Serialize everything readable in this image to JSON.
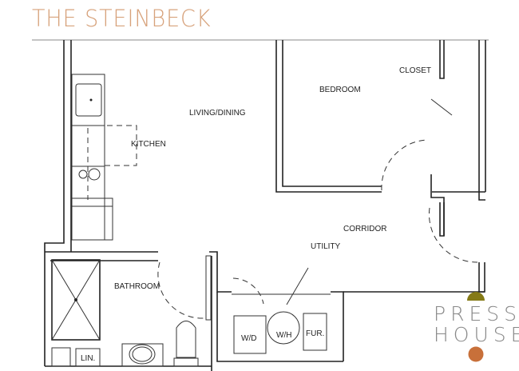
{
  "title": "THE STEINBECK",
  "rooms": {
    "living": "LIVING/DINING",
    "kitchen": "KITCHEN",
    "bedroom": "BEDROOM",
    "closet": "CLOSET",
    "corridor": "CORRIDOR",
    "utility": "UTILITY",
    "bathroom": "BATHROOM",
    "linen": "LIN.",
    "washer_dryer": "W/D",
    "water_heater": "W/H",
    "furnace": "FUR."
  },
  "logo": {
    "line1": "PRESS",
    "line2": "HOUSE"
  },
  "colors": {
    "title": "#d7a27b",
    "logo_top": "#857a16",
    "logo_bottom": "#c8703a"
  }
}
